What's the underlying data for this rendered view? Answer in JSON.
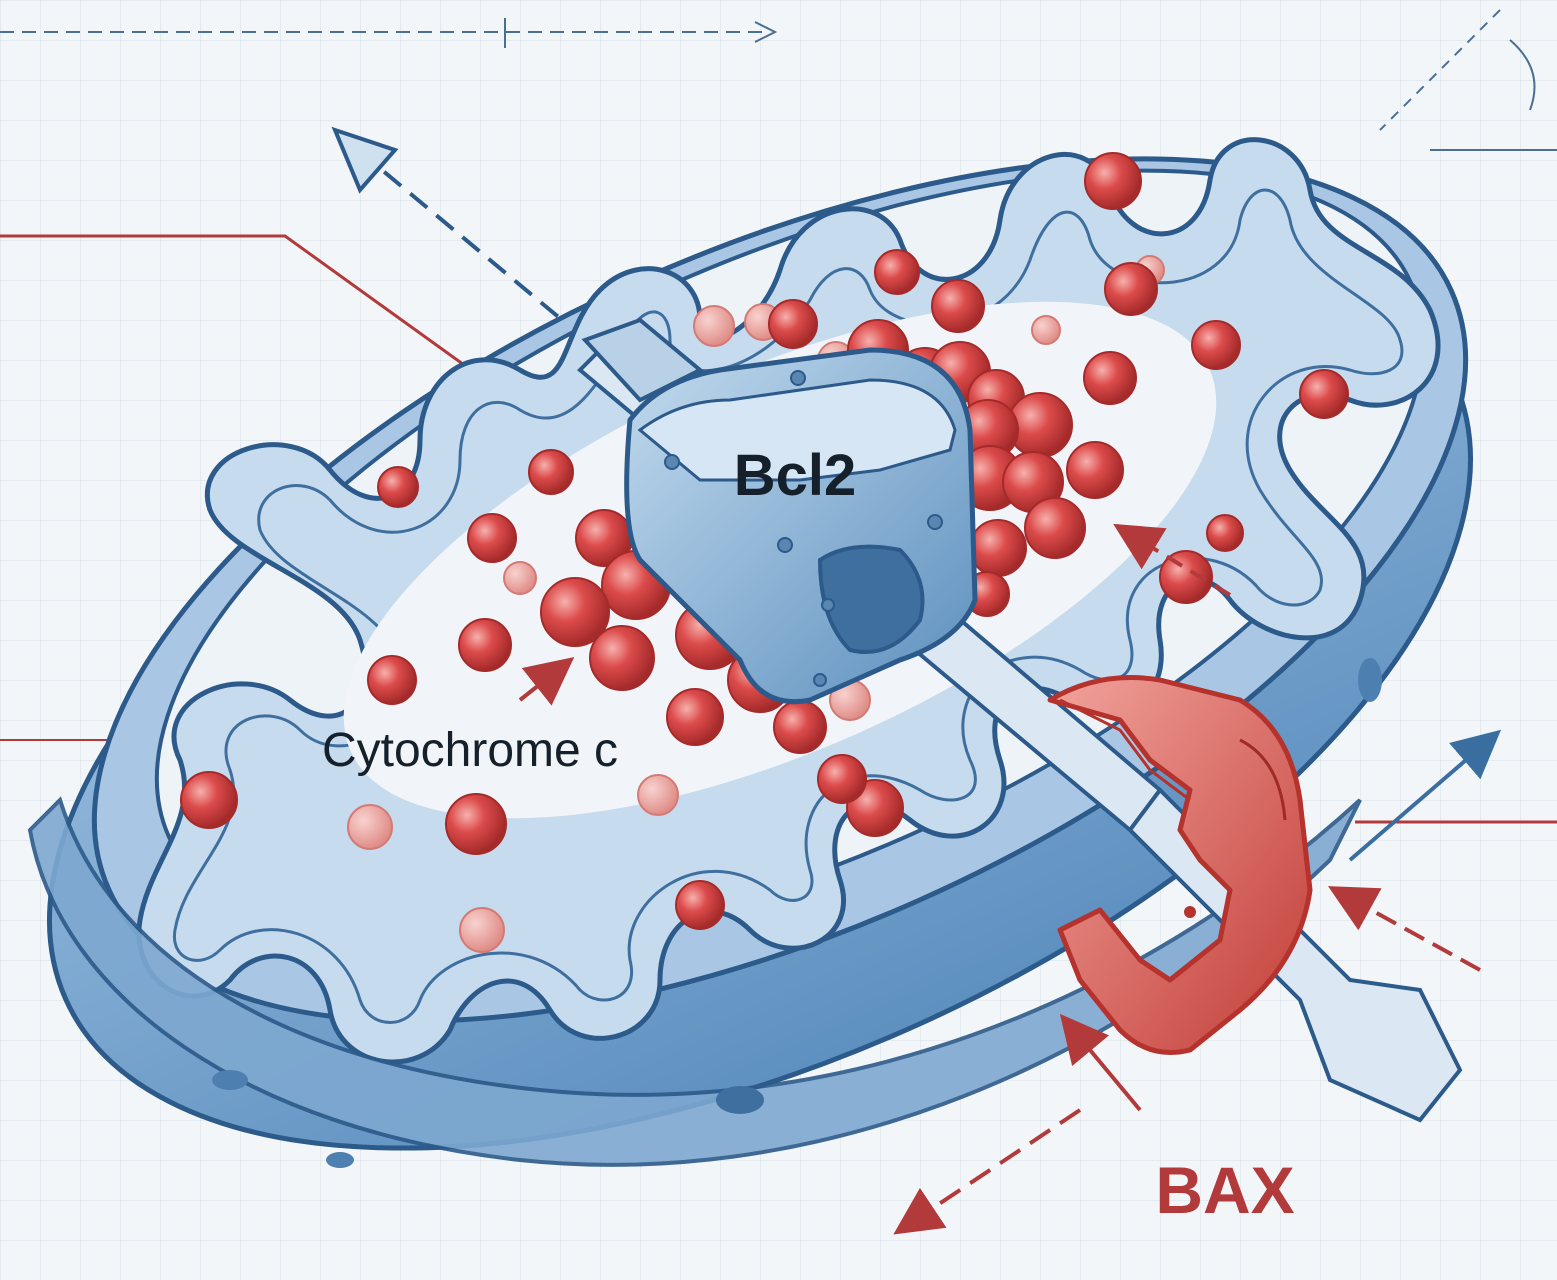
{
  "labels": {
    "bcl2": "Bcl2",
    "cytochrome_c": "Cytochrome c",
    "bax": "BAX"
  },
  "colors": {
    "paper": "#f3f6f9",
    "grid": "#c9d6e3",
    "membrane_blue": "#6d9cc7",
    "membrane_dark": "#2c5a8a",
    "membrane_light": "#b9d1e6",
    "molecule_red": "#d84545",
    "molecule_dark": "#a52a2a",
    "bax_red": "#d9605a",
    "bax_dark": "#b5322d",
    "annotation_red": "#b23a3a",
    "annotation_blue": "#3a6ea0",
    "bcl2_block": "#7aa7cf",
    "text_dark": "#15202b"
  },
  "icons": {
    "mitochondrion": "mitochondrion-icon",
    "bcl2_channel": "bcl2-channel-icon",
    "bax_clamp": "bax-clamp-icon",
    "cytochrome_c_particle": "cytochrome-particle-icon"
  }
}
